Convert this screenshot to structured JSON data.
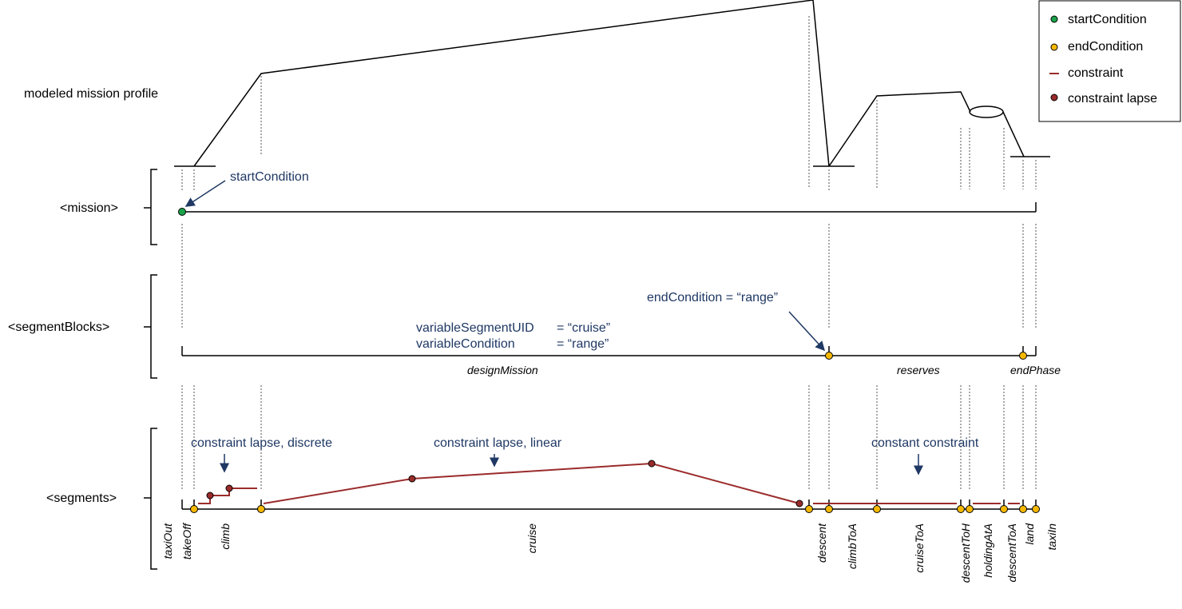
{
  "colors": {
    "start": "#1aa34a",
    "end": "#f5b800",
    "constraint": "#9b2b2b",
    "lapse": "#9b2b2b",
    "annotation": "#1f3864"
  },
  "profile_label": "modeled mission profile",
  "levels": {
    "mission": "<mission>",
    "blocks": "<segmentBlocks>",
    "segments": "<segments>"
  },
  "legend": {
    "start": "startCondition",
    "end": "endCondition",
    "constraint": "constraint",
    "lapse": "constraint lapse"
  },
  "annotations": {
    "start": "startCondition",
    "end_range": "endCondition = “range”",
    "var_uid_key": "variableSegmentUID",
    "var_uid_val": "= “cruise”",
    "var_cond_key": "variableCondition",
    "var_cond_val": "= “range”",
    "discrete": "constraint lapse, discrete",
    "linear": "constraint lapse, linear",
    "constant": "constant constraint"
  },
  "blocks": [
    "designMission",
    "reserves",
    "endPhase"
  ],
  "segments": [
    "taxiOut",
    "takeOff",
    "climb",
    "cruise",
    "descent",
    "climbToA",
    "cruiseToA",
    "descentToH",
    "holdingAtA",
    "descentToA",
    "land",
    "taxiIn"
  ]
}
